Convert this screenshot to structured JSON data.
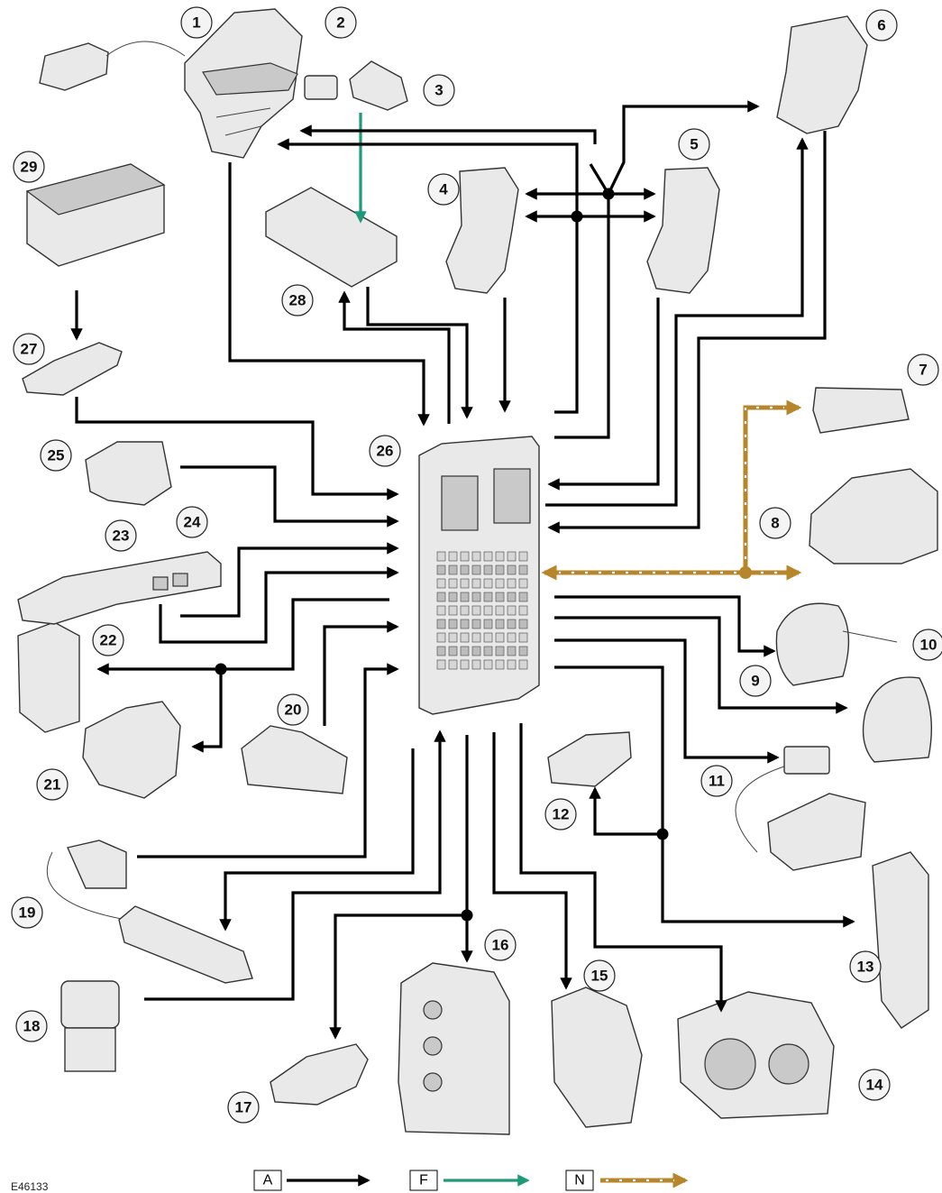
{
  "figure_ref": "E46133",
  "callouts": [
    "1",
    "2",
    "3",
    "4",
    "5",
    "6",
    "7",
    "8",
    "9",
    "10",
    "11",
    "12",
    "13",
    "14",
    "15",
    "16",
    "17",
    "18",
    "19",
    "20",
    "21",
    "22",
    "23",
    "24",
    "25",
    "26",
    "27",
    "28",
    "29"
  ],
  "legend": [
    {
      "key": "A",
      "color": "#000000",
      "style": "solid"
    },
    {
      "key": "F",
      "color": "#1e9a78",
      "style": "solid"
    },
    {
      "key": "N",
      "color": "#b8862a",
      "style": "dotted"
    }
  ],
  "colors": {
    "wire_A": "#000000",
    "wire_F": "#1e9a78",
    "wire_N": "#b8862a"
  }
}
